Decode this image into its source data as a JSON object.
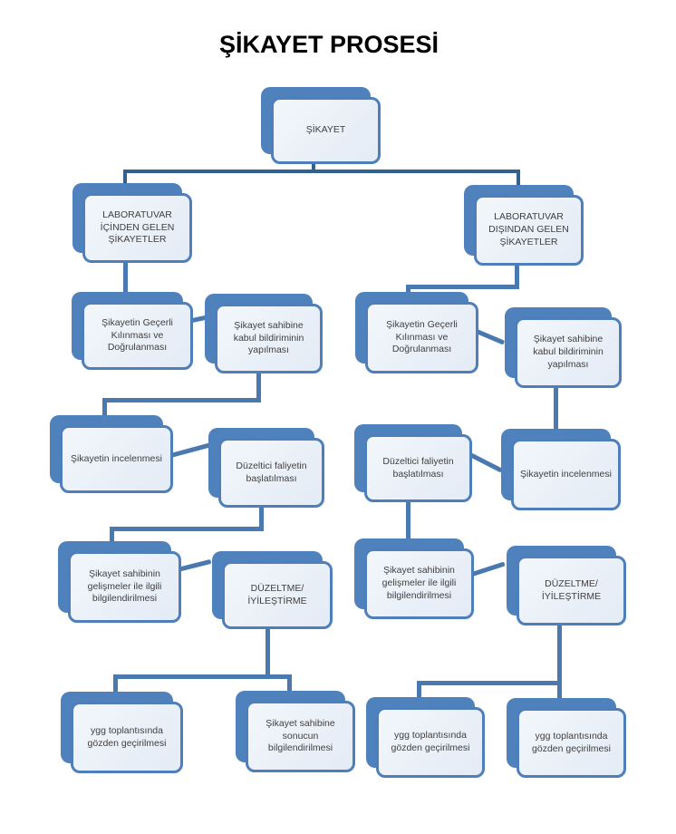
{
  "title": "ŞİKAYET PROSESİ",
  "colors": {
    "shape_fill": "#edf2f9",
    "shape_border": "#4e7fba",
    "shape_shadow": "#4f81bd",
    "connector": "#4a79af",
    "connector_dark": "#31618f",
    "title_text": "#000000",
    "label_text": "#404040"
  },
  "nodes": {
    "sikayet": {
      "label": "ŞİKAYET"
    },
    "lab_icinden": {
      "label": "LABORATUVAR İÇİNDEN GELEN ŞİKAYETLER"
    },
    "lab_disindan": {
      "label": "LABORATUVAR DIŞINDAN GELEN ŞİKAYETLER"
    },
    "l_gecerli": {
      "label": "Şikayetin Geçerli Kılınması ve Doğrulanması"
    },
    "l_kabul": {
      "label": "Şikayet sahibine kabul bildiriminin yapılması"
    },
    "r_gecerli": {
      "label": "Şikayetin Geçerli Kılınması ve Doğrulanması"
    },
    "r_kabul": {
      "label": "Şikayet sahibine kabul bildiriminin yapılması"
    },
    "l_inceleme": {
      "label": "Şikayetin incelenmesi"
    },
    "l_duzeltici": {
      "label": "Düzeltici faliyetin başlatılması"
    },
    "r_duzeltici": {
      "label": "Düzeltici faliyetin başlatılması"
    },
    "r_inceleme": {
      "label": "Şikayetin incelenmesi"
    },
    "l_gelismeler": {
      "label": "Şikayet sahibinin gelişmeler ile ilgili bilgilendirilmesi"
    },
    "l_duzeltme": {
      "label": "DÜZELTME/İYİLEŞTİRME"
    },
    "r_gelismeler": {
      "label": "Şikayet sahibinin gelişmeler ile ilgili bilgilendirilmesi"
    },
    "r_duzeltme": {
      "label": "DÜZELTME/İYİLEŞTİRME"
    },
    "l_ygg": {
      "label": "ygg toplantısında gözden geçirilmesi"
    },
    "l_sonuc": {
      "label": "Şikayet sahibine sonucun bilgilendirilmesi"
    },
    "r_ygg_1": {
      "label": "ygg toplantısında gözden geçirilmesi"
    },
    "r_ygg_2": {
      "label": "ygg toplantısında gözden geçirilmesi"
    }
  }
}
